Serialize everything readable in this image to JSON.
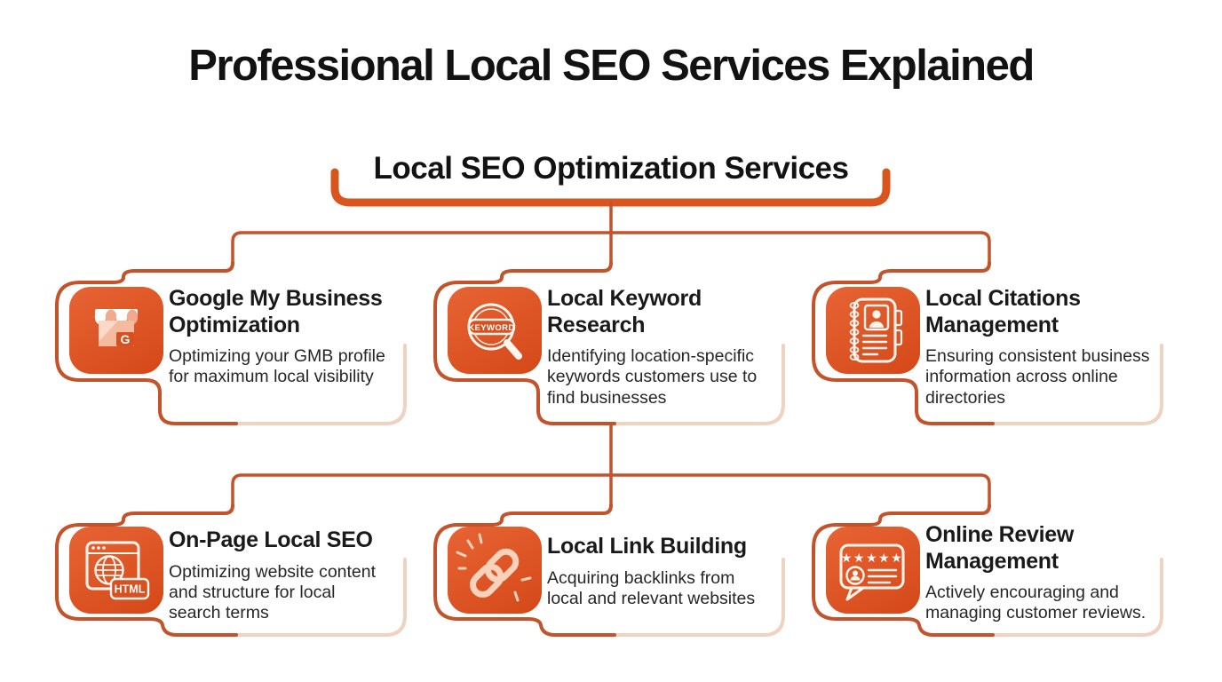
{
  "header": {
    "title": "Professional Local SEO Services Explained"
  },
  "root_node": {
    "label": "Local SEO Optimization Services"
  },
  "cards": [
    {
      "icon": "storefront-gmb-icon",
      "title_lines": [
        "Google My Business",
        "Optimization"
      ],
      "desc_lines": [
        "Optimizing your GMB profile",
        "for maximum local visibility"
      ]
    },
    {
      "icon": "keyword-magnifier-icon",
      "title_lines": [
        "Local Keyword",
        "Research"
      ],
      "desc_lines": [
        "Identifying location-specific",
        "keywords customers use to",
        "find businesses"
      ]
    },
    {
      "icon": "contact-book-icon",
      "title_lines": [
        "Local Citations",
        "Management"
      ],
      "desc_lines": [
        "Ensuring consistent business",
        "information across online",
        "directories"
      ]
    },
    {
      "icon": "browser-html-icon",
      "title_lines": [
        "On-Page Local SEO"
      ],
      "desc_lines": [
        "Optimizing website content",
        "and structure for local",
        "search terms"
      ]
    },
    {
      "icon": "chain-link-icon",
      "title_lines": [
        "Local Link Building"
      ],
      "desc_lines": [
        "Acquiring backlinks from",
        "local and relevant websites"
      ]
    },
    {
      "icon": "review-bubble-icon",
      "title_lines": [
        "Online Review",
        "Management"
      ],
      "desc_lines": [
        "Actively encouraging and",
        "managing customer reviews."
      ]
    }
  ],
  "icon_badges": {
    "keyword_label": "KEYWORD",
    "html_label": "HTML",
    "gmb_g": "G",
    "stars": "★★★★★"
  },
  "colors": {
    "background": "#FFFFFF",
    "title_text": "#121212",
    "body_text": "#262626",
    "accent_orange": "#D8551E",
    "line_orange": "#C2532A",
    "line_peach": "#EFD2C0",
    "tile_orange_light": "#E76434",
    "tile_orange_dark": "#D54818",
    "icon_white": "#FFF6EF",
    "icon_peach": "#F9D2BC"
  }
}
